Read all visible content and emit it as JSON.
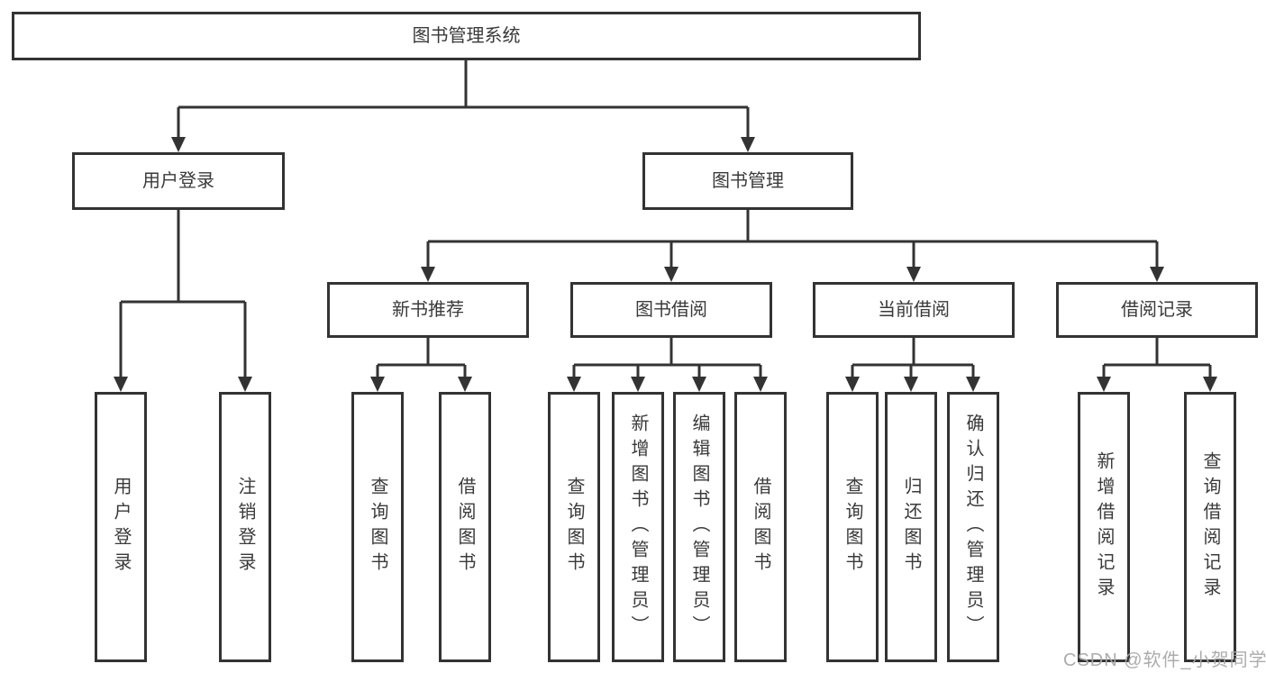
{
  "diagram": {
    "nodes": {
      "root": "图书管理系统",
      "user_login": "用户登录",
      "book_mgmt": "图书管理",
      "new_book_rec": "新书推荐",
      "book_borrow": "图书借阅",
      "current_borrow": "当前借阅",
      "borrow_records": "借阅记录"
    },
    "leaves": [
      {
        "label": "用户登录"
      },
      {
        "label": "注销登录"
      },
      {
        "label": "查询图书"
      },
      {
        "label": "借阅图书"
      },
      {
        "label": "查询图书"
      },
      {
        "label": "新增图书（管理员）"
      },
      {
        "label": "编辑图书（管理员）"
      },
      {
        "label": "借阅图书"
      },
      {
        "label": "查询图书"
      },
      {
        "label": "归还图书"
      },
      {
        "label": "确认归还（管理员）"
      },
      {
        "label": "新增借阅记录"
      },
      {
        "label": "查询借阅记录"
      }
    ]
  },
  "watermark": "CSDN @软件_小贺同学",
  "colors": {
    "line": "#333333",
    "text": "#3a3a3a",
    "background": "#ffffff",
    "watermark": "#a8a8a8"
  }
}
